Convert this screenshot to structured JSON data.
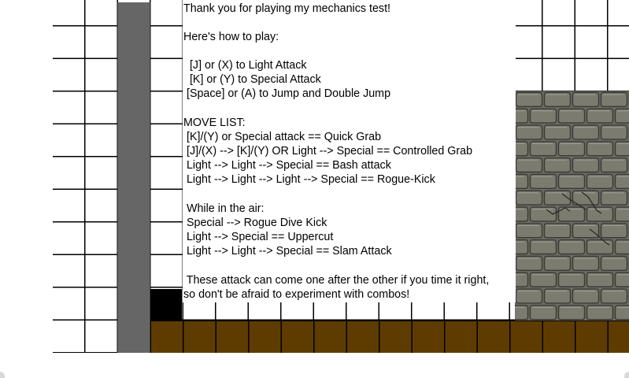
{
  "instructions": {
    "lines": [
      "Thank you for playing my mechanics test!",
      "",
      "Here's how to play:",
      "",
      "  [J] or (X) to Light Attack",
      "  [K] or (Y) to Special Attack",
      " [Space] or (A) to Jump and Double Jump",
      "",
      "MOVE LIST:",
      " [K]/(Y) or Special attack == Quick Grab",
      " [J]/(X) --> [K]/(Y) OR Light --> Special == Controlled Grab",
      " Light --> Light --> Special == Bash attack",
      " Light --> Light --> Light --> Special == Rogue-Kick",
      "",
      " While in the air:",
      " Special --> Rogue Dive Kick",
      " Light --> Special == Uppercut",
      " Light --> Light --> Special == Slam Attack",
      "",
      " These attack can come one after the other if you time it right,",
      "so don't be afraid to experiment with combos!"
    ]
  },
  "colors": {
    "background": "#ffffff",
    "grid_lines": "#000000",
    "pillar": "#666666",
    "ground": "#5e3c00",
    "player": "#000000",
    "brick": "#7b7b70",
    "mortar": "#3b3b36"
  }
}
